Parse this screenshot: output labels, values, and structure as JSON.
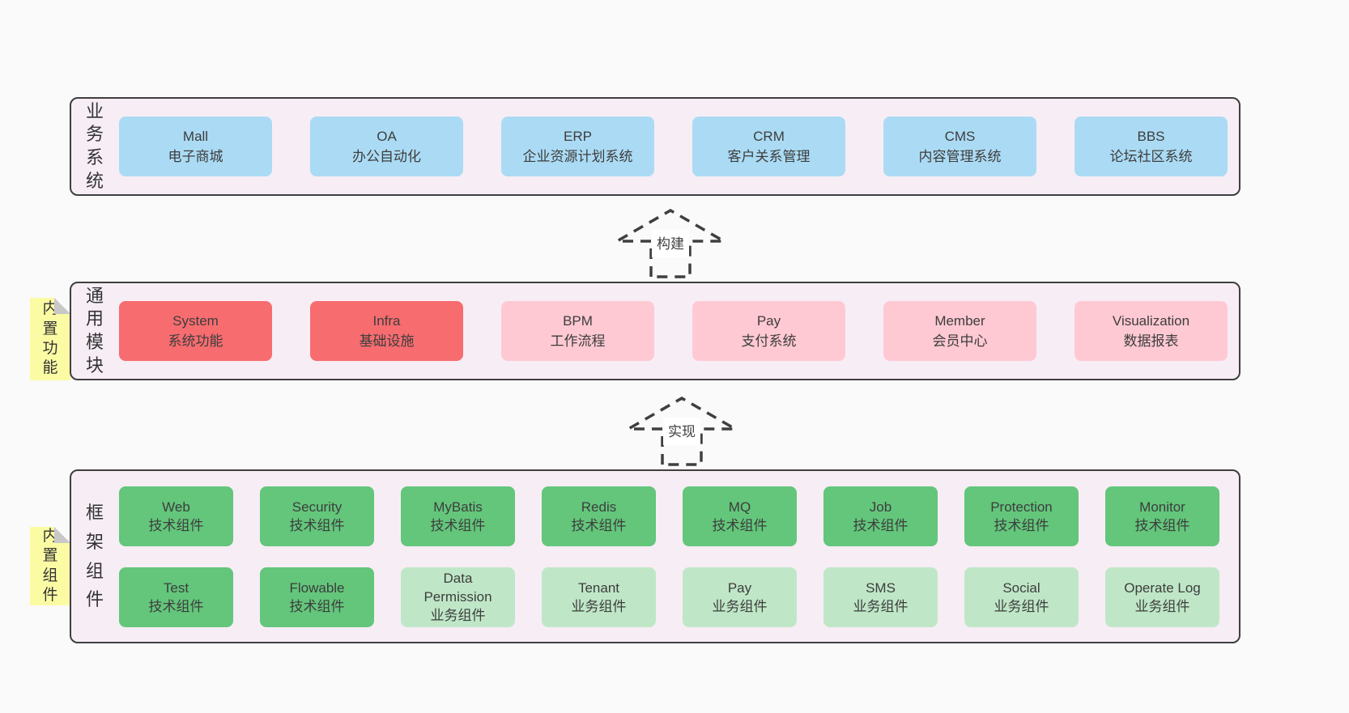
{
  "colors": {
    "page_bg": "#fafafa",
    "panel_bg": "#f7edf5",
    "panel_border": "#3f3f3f",
    "text": "#3d3d3d",
    "blue": "#abdbf4",
    "red": "#f76c6f",
    "pink": "#ffc9d3",
    "green": "#63c67b",
    "green_light": "#bfe7c7",
    "note_yellow": "#fbfba4",
    "note_fold": "#c8c8c8"
  },
  "notes": [
    {
      "label": "内置功能"
    },
    {
      "label": "内置组件"
    }
  ],
  "arrows": [
    {
      "label": "构建"
    },
    {
      "label": "实现"
    }
  ],
  "layers": {
    "business": {
      "label": "业务系统",
      "boxes": [
        {
          "title": "Mall",
          "subtitle": "电子商城"
        },
        {
          "title": "OA",
          "subtitle": "办公自动化"
        },
        {
          "title": "ERP",
          "subtitle": "企业资源计划系统"
        },
        {
          "title": "CRM",
          "subtitle": "客户关系管理"
        },
        {
          "title": "CMS",
          "subtitle": "内容管理系统"
        },
        {
          "title": "BBS",
          "subtitle": "论坛社区系统"
        }
      ]
    },
    "modules": {
      "label": "通用模块",
      "boxes": [
        {
          "title": "System",
          "subtitle": "系统功能"
        },
        {
          "title": "Infra",
          "subtitle": "基础设施"
        },
        {
          "title": "BPM",
          "subtitle": "工作流程"
        },
        {
          "title": "Pay",
          "subtitle": "支付系统"
        },
        {
          "title": "Member",
          "subtitle": "会员中心"
        },
        {
          "title": "Visualization",
          "subtitle": "数据报表"
        }
      ]
    },
    "components": {
      "label": "框架组件",
      "rows": [
        [
          {
            "title": "Web",
            "subtitle": "技术组件"
          },
          {
            "title": "Security",
            "subtitle": "技术组件"
          },
          {
            "title": "MyBatis",
            "subtitle": "技术组件"
          },
          {
            "title": "Redis",
            "subtitle": "技术组件"
          },
          {
            "title": "MQ",
            "subtitle": "技术组件"
          },
          {
            "title": "Job",
            "subtitle": "技术组件"
          },
          {
            "title": "Protection",
            "subtitle": "技术组件"
          },
          {
            "title": "Monitor",
            "subtitle": "技术组件"
          }
        ],
        [
          {
            "title": "Test",
            "subtitle": "技术组件"
          },
          {
            "title": "Flowable",
            "subtitle": "技术组件"
          },
          {
            "title": "Data Permission",
            "subtitle": "业务组件"
          },
          {
            "title": "Tenant",
            "subtitle": "业务组件"
          },
          {
            "title": "Pay",
            "subtitle": "业务组件"
          },
          {
            "title": "SMS",
            "subtitle": "业务组件"
          },
          {
            "title": "Social",
            "subtitle": "业务组件"
          },
          {
            "title": "Operate Log",
            "subtitle": "业务组件"
          }
        ]
      ]
    }
  }
}
